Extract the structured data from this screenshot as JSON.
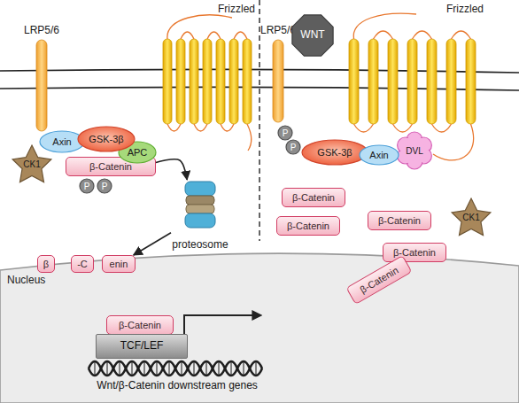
{
  "diagram": {
    "nodes": [
      {
        "text": [
          "LRP5/6"
        ]
      },
      {
        "text": [
          "Frizzled"
        ]
      },
      {
        "text": [
          "LRP5/6"
        ]
      },
      {
        "text": [
          "WNT"
        ]
      },
      {
        "text": [
          "Frizzled"
        ]
      },
      {
        "text": [
          "Axin"
        ]
      },
      {
        "text": [
          "GSK-3β"
        ]
      },
      {
        "text": [
          "APC"
        ]
      },
      {
        "text": [
          "CK1"
        ]
      },
      {
        "text": [
          "β-Catenin"
        ]
      },
      {
        "text": [
          "P"
        ]
      },
      {
        "text": [
          "P"
        ]
      },
      {
        "text": [
          "proteosome"
        ]
      },
      {
        "text": [
          "β"
        ]
      },
      {
        "text": [
          "-C"
        ]
      },
      {
        "text": [
          "enin"
        ]
      },
      {
        "text": [
          "P"
        ]
      },
      {
        "text": [
          "P"
        ]
      },
      {
        "text": [
          "GSK-3β"
        ]
      },
      {
        "text": [
          "Axin"
        ]
      },
      {
        "text": [
          "DVL"
        ]
      },
      {
        "text": [
          "β-Catenin"
        ]
      },
      {
        "text": [
          "β-Catenin"
        ]
      },
      {
        "text": [
          "β-Catenin"
        ]
      },
      {
        "text": [
          "CK1"
        ]
      },
      {
        "text": [
          "β-Catenin"
        ]
      },
      {
        "text": [
          "β-Catenin"
        ]
      },
      {
        "text": [
          "Nucleus"
        ]
      },
      {
        "text": [
          "β-Catenin"
        ],
        "in": 27
      },
      {
        "text": [
          "TCF/LEF"
        ],
        "in": 27
      }
    ],
    "edges": [
      {
        "from": 9,
        "to": 12,
        "arrow": "to"
      },
      {
        "from": 12,
        "to": 15,
        "arrow": "to"
      }
    ],
    "labels": [
      "Wnt/β-Catenin downstream genes"
    ]
  }
}
